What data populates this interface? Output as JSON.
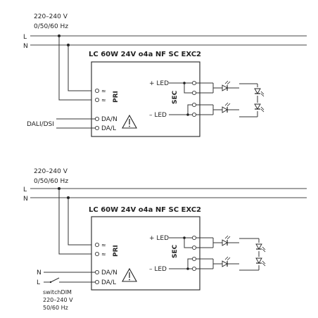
{
  "diagrams": [
    {
      "supply": {
        "voltage": "220–240 V",
        "frequency": "0/50/60 Hz",
        "line_l": "L",
        "line_n": "N"
      },
      "driver": {
        "title": "LC 60W 24V o4a NF SC EXC2",
        "primary_label": "PRI",
        "secondary_label": "SEC",
        "pri_terminals": [
          "≈",
          "≈"
        ],
        "control_terminals": [
          "DA/N",
          "DA/L"
        ],
        "outputs": [
          "+ LED",
          "– LED"
        ]
      },
      "control": {
        "label": "DALI/DSI"
      }
    },
    {
      "supply": {
        "voltage": "220–240 V",
        "frequency": "0/50/60 Hz",
        "line_l": "L",
        "line_n": "N"
      },
      "driver": {
        "title": "LC 60W 24V o4a NF SC EXC2",
        "primary_label": "PRI",
        "secondary_label": "SEC",
        "pri_terminals": [
          "≈",
          "≈"
        ],
        "control_terminals": [
          "DA/N",
          "DA/L"
        ],
        "outputs": [
          "+ LED",
          "– LED"
        ]
      },
      "control": {
        "n": "N",
        "l": "L",
        "switch_label": "switchDIM",
        "switch_voltage": "220–240 V",
        "switch_frequency": "50/60 Hz"
      }
    }
  ],
  "warning_icon": "warning-triangle-icon",
  "led_icon": "led-diode-icon"
}
